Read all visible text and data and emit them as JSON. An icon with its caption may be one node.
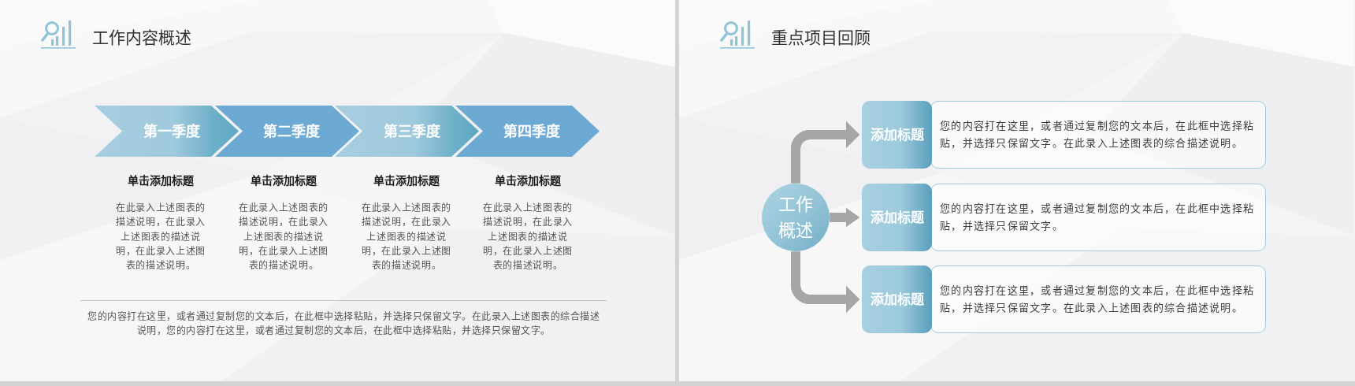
{
  "diagram": {
    "nodes": [
      {
        "text": [
          "第一季度"
        ],
        "beside": [
          "单击添加标题",
          "在此录入上述图表的描述说明，在此录入上述图表的描述说明，在此录入上述图表的描述说明。"
        ]
      },
      {
        "text": [
          "第二季度"
        ],
        "beside": [
          "单击添加标题",
          "在此录入上述图表的描述说明，在此录入上述图表的描述说明，在此录入上述图表的描述说明。"
        ]
      },
      {
        "text": [
          "第三季度"
        ],
        "beside": [
          "单击添加标题",
          "在此录入上述图表的描述说明，在此录入上述图表的描述说明，在此录入上述图表的描述说明。"
        ]
      },
      {
        "text": [
          "第四季度"
        ],
        "beside": [
          "单击添加标题",
          "在此录入上述图表的描述说明，在此录入上述图表的描述说明，在此录入上述图表的描述说明。"
        ]
      },
      {
        "text": [
          "工作概述"
        ]
      },
      {
        "text": [
          "添加标题"
        ]
      },
      {
        "text": [
          "您的内容打在这里，或者通过复制您的文本后，在此框中选择粘贴，并选择只保留文字。在此录入上述图表的综合描述说明。"
        ]
      },
      {
        "text": [
          "添加标题"
        ]
      },
      {
        "text": [
          "您的内容打在这里，或者通过复制您的文本后，在此框中选择粘贴，并选择只保留文字。"
        ]
      },
      {
        "text": [
          "添加标题"
        ]
      },
      {
        "text": [
          "您的内容打在这里，或者通过复制您的文本后，在此框中选择粘贴，并选择只保留文字。在此录入上述图表的综合描述说明。"
        ]
      }
    ],
    "edges": [
      {
        "from": 4,
        "to": 5,
        "arrow": "to"
      },
      {
        "from": 4,
        "to": 7,
        "arrow": "to"
      },
      {
        "from": 4,
        "to": 9,
        "arrow": "to"
      }
    ],
    "labels": [
      "工作内容概述",
      "您的内容打在这里，或者通过复制您的文本后，在此框中选择粘贴，并选择只保留文字。在此录入上述图表的综合描述说明，您的内容打在这里，或者通过复制您的文本后，在此框中选择粘贴，并选择只保留文字。",
      "重点项目回顾"
    ]
  }
}
